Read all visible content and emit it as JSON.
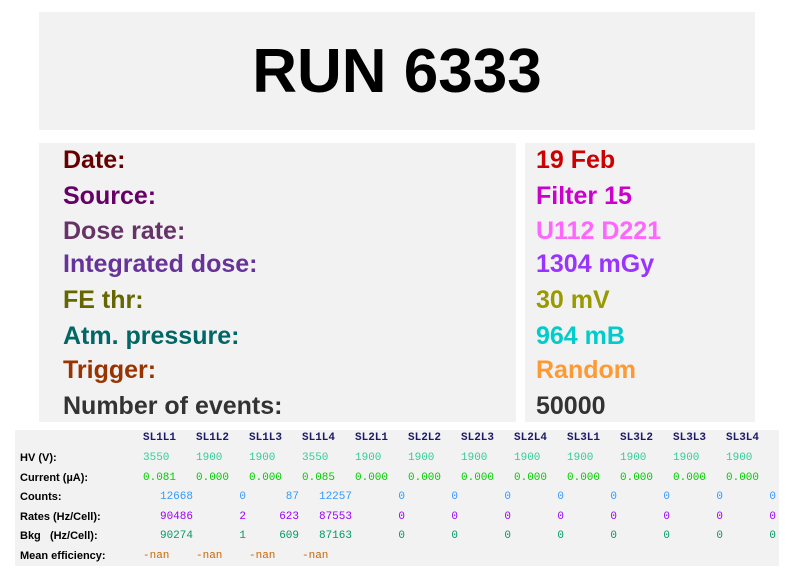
{
  "title": "RUN 6333",
  "info": [
    {
      "label": "Date:",
      "value": "19 Feb",
      "label_color": "#660000",
      "value_color": "#cc0000"
    },
    {
      "label": "Source:",
      "value": "Filter 15",
      "label_color": "#660066",
      "value_color": "#cc00cc"
    },
    {
      "label": "Dose rate:",
      "value": "U112 D221",
      "label_color": "#663366",
      "value_color": "#ff66ff"
    },
    {
      "label": "Integrated dose:",
      "value": "1304 mGy",
      "label_color": "#663399",
      "value_color": "#9933ff"
    },
    {
      "label": "FE thr:",
      "value": "30 mV",
      "label_color": "#666600",
      "value_color": "#999900"
    },
    {
      "label": "Atm. pressure:",
      "value": "964 mB",
      "label_color": "#006666",
      "value_color": "#00cccc"
    },
    {
      "label": "Trigger:",
      "value": "Random",
      "label_color": "#993300",
      "value_color": "#ff9933"
    },
    {
      "label": "Number of events:",
      "value": "50000",
      "label_color": "#333333",
      "value_color": "#333333"
    }
  ],
  "table": {
    "columns": [
      "SL1L1",
      "SL1L2",
      "SL1L3",
      "SL1L4",
      "SL2L1",
      "SL2L2",
      "SL2L3",
      "SL2L4",
      "SL3L1",
      "SL3L2",
      "SL3L3",
      "SL3L4"
    ],
    "rows": [
      {
        "label": "HV (V):",
        "color": "#33cc99",
        "align": "left",
        "values": [
          "3550",
          "1900",
          "1900",
          "3550",
          "1900",
          "1900",
          "1900",
          "1900",
          "1900",
          "1900",
          "1900",
          "1900"
        ]
      },
      {
        "label": "Current (µA):",
        "color": "#00cc00",
        "align": "left",
        "values": [
          "0.081",
          "0.000",
          "0.000",
          "0.085",
          "0.000",
          "0.000",
          "0.000",
          "0.000",
          "0.000",
          "0.000",
          "0.000",
          "0.000"
        ]
      },
      {
        "label": "Counts:",
        "color": "#3399ff",
        "align": "right",
        "values": [
          "12668",
          "0",
          "87",
          "12257",
          "0",
          "0",
          "0",
          "0",
          "0",
          "0",
          "0",
          "0"
        ]
      },
      {
        "label": "Rates (Hz/Cell):",
        "color": "#9900ff",
        "align": "right",
        "values": [
          "90486",
          "2",
          "623",
          "87553",
          "0",
          "0",
          "0",
          "0",
          "0",
          "0",
          "0",
          "0"
        ]
      },
      {
        "label": "Bkg   (Hz/Cell):",
        "color": "#009966",
        "align": "right",
        "values": [
          "90274",
          "1",
          "609",
          "87163",
          "0",
          "0",
          "0",
          "0",
          "0",
          "0",
          "0",
          "0"
        ]
      },
      {
        "label": "Mean efficiency:",
        "color": "#cc6600",
        "align": "left",
        "values": [
          "-nan",
          "-nan",
          "-nan",
          "-nan"
        ]
      }
    ]
  }
}
